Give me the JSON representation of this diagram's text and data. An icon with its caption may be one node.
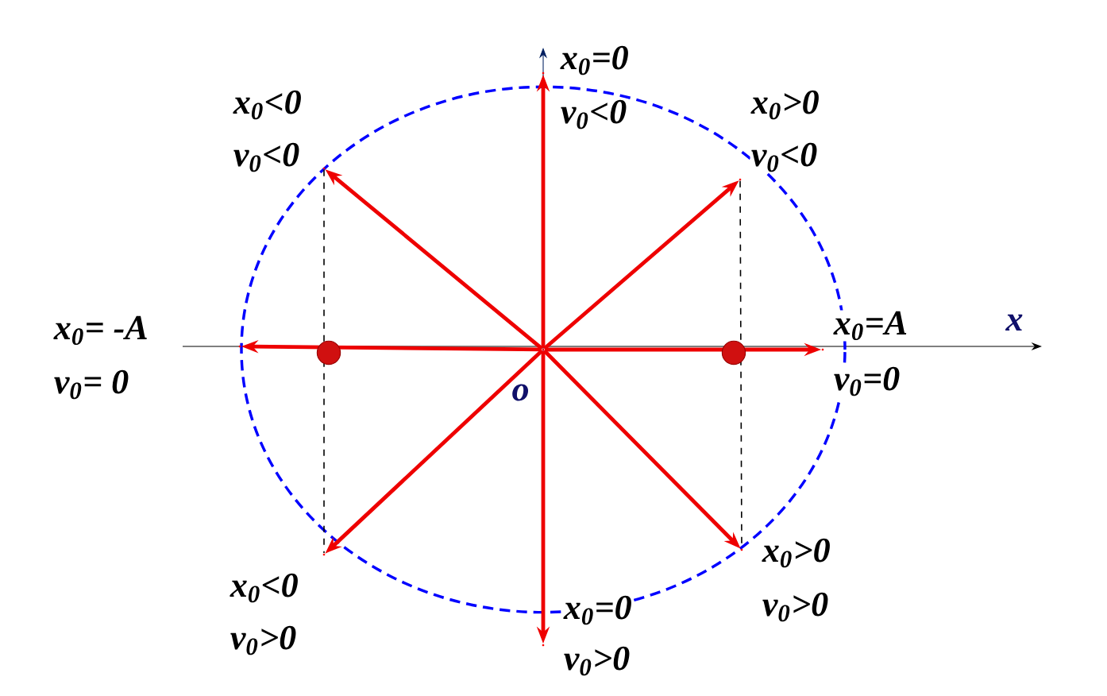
{
  "diagram": {
    "nodes": [
      {
        "text": [],
        "shape": "point"
      },
      {
        "text": [],
        "shape": "point",
        "beside": [
          "x$_{0}$=0",
          "v$_{0}$<0"
        ]
      },
      {
        "text": [],
        "shape": "point",
        "beside": [
          "x$_{0}$<0",
          "v$_{0}$<0"
        ]
      },
      {
        "text": [],
        "shape": "point",
        "beside": [
          "x$_{0}$>0",
          "v$_{0}$<0"
        ]
      },
      {
        "text": [],
        "shape": "point",
        "beside": [
          "x$_{0}$= -A",
          "v$_{0}$= 0"
        ]
      },
      {
        "text": [],
        "shape": "point",
        "beside": [
          "x$_{0}$=A",
          "v$_{0}$=0"
        ]
      },
      {
        "text": [],
        "shape": "point",
        "beside": [
          "x$_{0}$<0",
          "v$_{0}$>0"
        ]
      },
      {
        "text": [],
        "shape": "point",
        "beside": [
          "x$_{0}$>0",
          "v$_{0}$>0"
        ]
      },
      {
        "text": [],
        "shape": "point",
        "beside": [
          "x$_{0}$=0",
          "v$_{0}$>0"
        ]
      }
    ],
    "edges": [
      {
        "from": 0,
        "to": 1,
        "arrow": "to"
      },
      {
        "from": 0,
        "to": 2,
        "arrow": "to"
      },
      {
        "from": 0,
        "to": 3,
        "arrow": "to"
      },
      {
        "from": 0,
        "to": 4,
        "arrow": "to"
      },
      {
        "from": 0,
        "to": 5,
        "arrow": "to"
      },
      {
        "from": 0,
        "to": 6,
        "arrow": "to"
      },
      {
        "from": 0,
        "to": 7,
        "arrow": "to"
      },
      {
        "from": 0,
        "to": 8,
        "arrow": "to"
      },
      {
        "from": 2,
        "to": 6,
        "arrow": "none",
        "style": "dashed",
        "color": "#000000"
      },
      {
        "from": 3,
        "to": 7,
        "arrow": "none",
        "style": "dashed",
        "color": "#000000"
      }
    ],
    "labels": [
      "x",
      "o"
    ]
  }
}
